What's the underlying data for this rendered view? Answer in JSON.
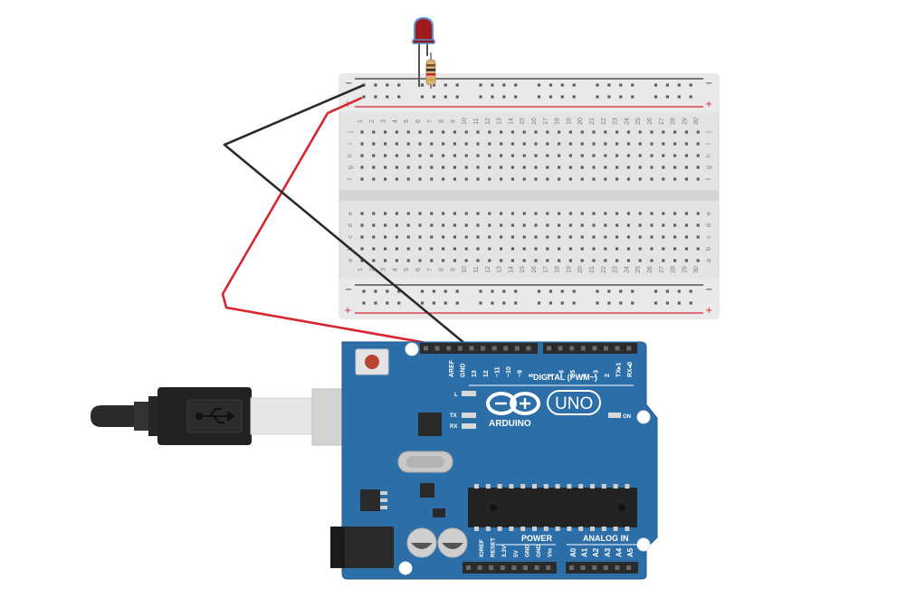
{
  "breadboard": {
    "rail_minus": "−",
    "rail_plus": "+",
    "row_letters_top": [
      "j",
      "i",
      "h",
      "g",
      "f"
    ],
    "row_letters_bottom": [
      "e",
      "d",
      "c",
      "b",
      "a"
    ],
    "columns": 30
  },
  "arduino": {
    "brand": "ARDUINO",
    "model": "UNO",
    "digital_label": "DIGITAL (PWM~)",
    "power_label": "POWER",
    "analog_label": "ANALOG IN",
    "on_label": "ON",
    "l_label": "L",
    "tx_label": "TX",
    "rx_label": "RX",
    "header_top_left": [
      "AREF",
      "GND",
      "13",
      "12",
      "~11",
      "~10",
      "~9",
      "8"
    ],
    "header_top_right": [
      "7",
      "~6",
      "~5",
      "4",
      "~3",
      "2",
      "TX▸1",
      "RX◂0"
    ],
    "power_pins": [
      "IOREF",
      "RESET",
      "3.3V",
      "5V",
      "GND",
      "GND",
      "Vin"
    ],
    "analog_pins": [
      "A0",
      "A1",
      "A2",
      "A3",
      "A4",
      "A5"
    ]
  },
  "colors": {
    "board_blue": "#2c6ea8",
    "wire_red": "#d8262e",
    "wire_black": "#2b2b2b",
    "breadboard": "#e4e4e4",
    "led_red": "#a01c1c"
  }
}
